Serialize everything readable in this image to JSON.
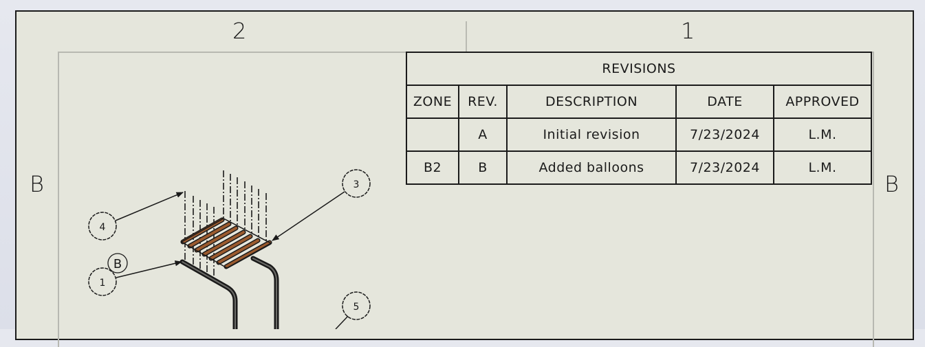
{
  "sheet": {
    "zones": {
      "top": [
        "2",
        "1"
      ],
      "left": "B",
      "right": "B"
    }
  },
  "revisions_table": {
    "title": "REVISIONS",
    "columns": [
      "ZONE",
      "REV.",
      "DESCRIPTION",
      "DATE",
      "APPROVED"
    ],
    "rows": [
      {
        "zone": "",
        "rev": "A",
        "description": "Initial revision",
        "date": "7/23/2024",
        "approved": "L.M."
      },
      {
        "zone": "B2",
        "rev": "B",
        "description": "Added balloons",
        "date": "7/23/2024",
        "approved": "L.M."
      }
    ]
  },
  "drawing": {
    "balloons": [
      "4",
      "1",
      "3",
      "5"
    ],
    "revision_symbol": "B",
    "colors": {
      "line": "#1a1a1a",
      "copper": "#9a5a2e",
      "sheet_bg": "#e5e6dc"
    }
  }
}
